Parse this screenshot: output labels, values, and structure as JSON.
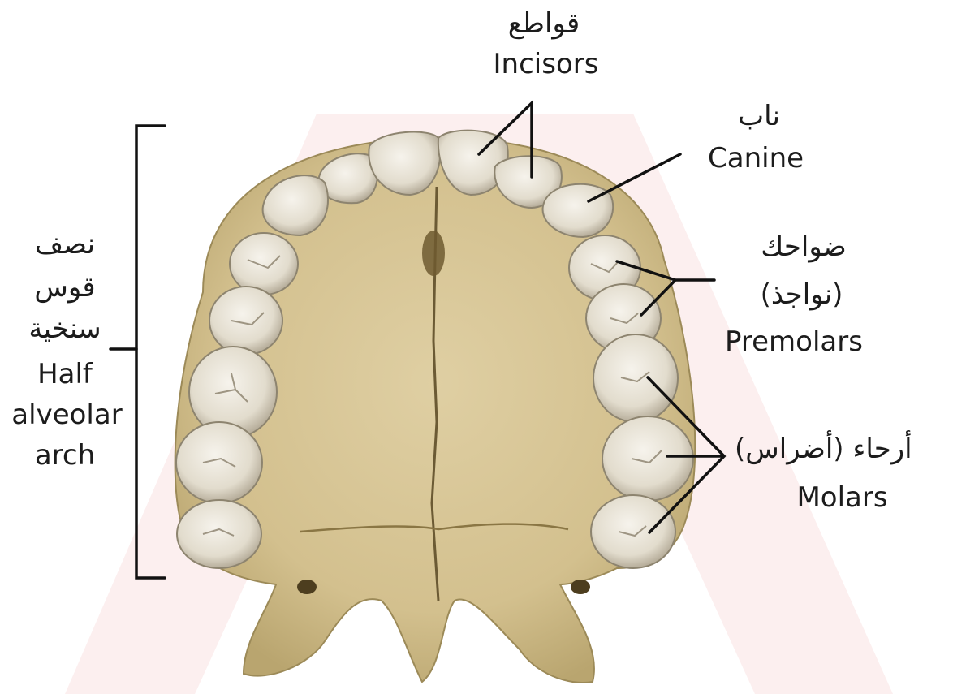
{
  "diagram": {
    "labels": {
      "incisors": {
        "ar": "قواطع",
        "en": "Incisors"
      },
      "canine": {
        "ar": "ناب",
        "en": "Canine"
      },
      "premolars": {
        "ar1": "ضواحك",
        "ar2": "(نواجذ)",
        "en": "Premolars"
      },
      "molars": {
        "ar": "أرحاء (أضراس)",
        "en": "Molars"
      },
      "half_arch": {
        "ar1": "نصف",
        "ar2": "قوس",
        "ar3": "سنخية",
        "en1": "Half",
        "en2": "alveolar",
        "en3": "arch"
      }
    },
    "colors": {
      "background": "#ffffff",
      "watermark": "#fbe8e8",
      "bone": "#d9c89a",
      "bone_shadow": "#b39f6c",
      "tooth": "#ece7dc",
      "tooth_shadow": "#a9a08e",
      "line": "#111111",
      "text": "#1c1c1c"
    },
    "icons": [
      "maxilla-illustration"
    ]
  }
}
